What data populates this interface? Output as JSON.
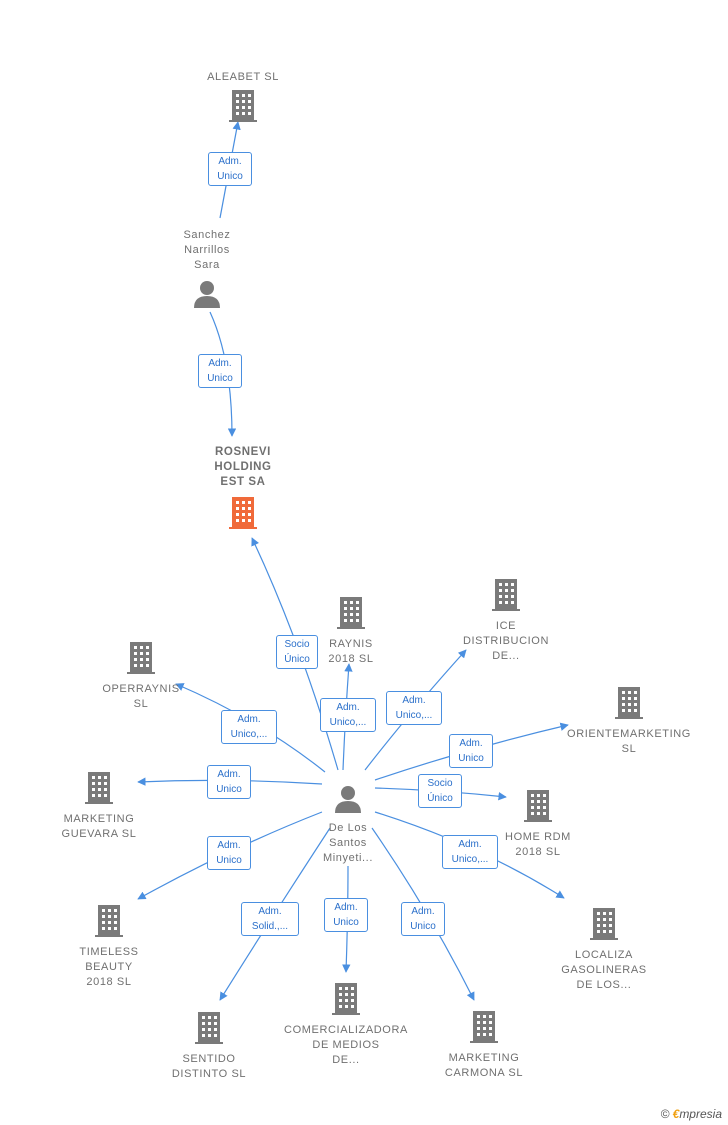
{
  "colors": {
    "edge": "#4a8fe0",
    "building": "#7a7a7a",
    "focus": "#f06a3a",
    "person": "#7a7a7a"
  },
  "nodes": [
    {
      "id": "aleabet",
      "type": "company",
      "label": "ALEABET  SL"
    },
    {
      "id": "sanchez",
      "type": "person",
      "label": "Sanchez\nNarrillos\nSara"
    },
    {
      "id": "rosnevi",
      "type": "focus",
      "label": "ROSNEVI\nHOLDING\nEST SA"
    },
    {
      "id": "raynis",
      "type": "company",
      "label": "RAYNIS\n2018  SL"
    },
    {
      "id": "ice",
      "type": "company",
      "label": "ICE\nDISTRIBUCION\nDE..."
    },
    {
      "id": "operraynis",
      "type": "company",
      "label": "OPERRAYNIS\nSL"
    },
    {
      "id": "orientemarketing",
      "type": "company",
      "label": "ORIENTEMARKETING\nSL"
    },
    {
      "id": "guevara",
      "type": "company",
      "label": "MARKETING\nGUEVARA  SL"
    },
    {
      "id": "delossantos",
      "type": "person",
      "label": "De Los\nSantos\nMinyeti..."
    },
    {
      "id": "homerdm",
      "type": "company",
      "label": "HOME RDM\n2018  SL"
    },
    {
      "id": "timeless",
      "type": "company",
      "label": "TIMELESS\nBEAUTY\n2018  SL"
    },
    {
      "id": "localiza",
      "type": "company",
      "label": "LOCALIZA\nGASOLINERAS\nDE LOS..."
    },
    {
      "id": "comercializadora",
      "type": "company",
      "label": "COMERCIALIZADORA\nDE MEDIOS\nDE..."
    },
    {
      "id": "sentido",
      "type": "company",
      "label": "SENTIDO\nDISTINTO  SL"
    },
    {
      "id": "carmona",
      "type": "company",
      "label": "MARKETING\nCARMONA  SL"
    }
  ],
  "edges": [
    {
      "from": "sanchez",
      "to": "aleabet",
      "label": "Adm.\nUnico"
    },
    {
      "from": "sanchez",
      "to": "rosnevi",
      "label": "Adm.\nUnico"
    },
    {
      "from": "delossantos",
      "to": "rosnevi",
      "label": "Socio\nÚnico"
    },
    {
      "from": "delossantos",
      "to": "raynis",
      "label": "Adm.\nUnico,..."
    },
    {
      "from": "delossantos",
      "to": "ice",
      "label": "Adm.\nUnico,..."
    },
    {
      "from": "delossantos",
      "to": "operraynis",
      "label": "Adm.\nUnico,..."
    },
    {
      "from": "delossantos",
      "to": "orientemarketing",
      "label": "Adm.\nUnico"
    },
    {
      "from": "delossantos",
      "to": "guevara",
      "label": "Adm.\nUnico"
    },
    {
      "from": "delossantos",
      "to": "homerdm",
      "label": "Socio\nÚnico"
    },
    {
      "from": "delossantos",
      "to": "timeless",
      "label": "Adm.\nUnico"
    },
    {
      "from": "delossantos",
      "to": "localiza",
      "label": "Adm.\nUnico,..."
    },
    {
      "from": "delossantos",
      "to": "sentido",
      "label": "Adm.\nSolid.,..."
    },
    {
      "from": "delossantos",
      "to": "comercializadora",
      "label": "Adm.\nUnico"
    },
    {
      "from": "delossantos",
      "to": "carmona",
      "label": "Adm.\nUnico"
    }
  ],
  "brand": {
    "copyright": "©",
    "initial": "€",
    "name": "mpresia"
  }
}
